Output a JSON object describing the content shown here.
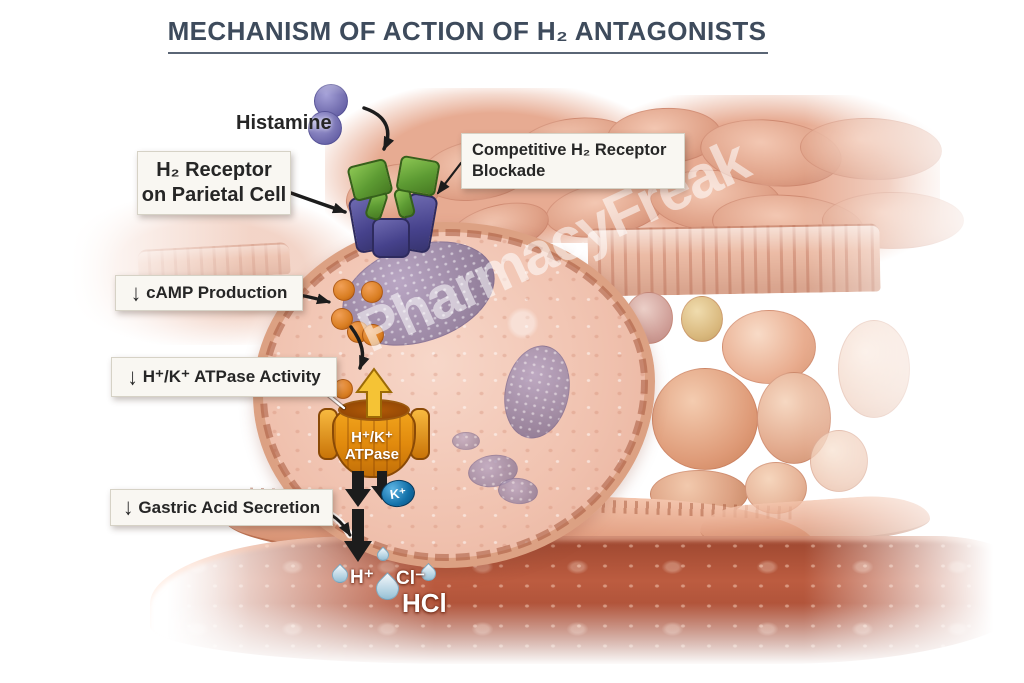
{
  "title": {
    "text": "MECHANISM OF ACTION OF H₂ ANTAGONISTS"
  },
  "watermark": "PharmacyFreak",
  "annotations": {
    "histamine": "Histamine",
    "h2_receptor_box": {
      "line1": "H₂ Receptor",
      "line2": "on Parietal Cell"
    },
    "competitive_box": {
      "line1": "Competitive H₂ Receptor",
      "line2": "Blockade"
    },
    "camp_box": {
      "arrow": "↓",
      "text": "cAMP Production"
    },
    "atpase_box": {
      "arrow": "↓",
      "text": "H⁺/K⁺ ATPase Activity"
    },
    "gastric_box": {
      "arrow": "↓",
      "text": "Gastric Acid Secretion"
    }
  },
  "pump": {
    "line1": "H⁺/K⁺",
    "line2": "ATPase"
  },
  "ions": {
    "k": "K⁺",
    "h": "H⁺",
    "cl": "Cl⁻",
    "hcl": "HCl"
  },
  "colors": {
    "title_text": "#3e4b5c",
    "label_text": "#262626",
    "label_box_bg": "#f9f7f2",
    "receptor_purple": "#46428c",
    "antagonist_green": "#5d9b33",
    "histamine_violet": "#716cae",
    "camp_orange": "#d97e22",
    "pump_orange": "#e18a0d",
    "pump_arrow_yellow": "#f5c335",
    "k_badge_blue": "#1270a8",
    "lumen_red": "#a84d35",
    "tissue_pink": "#e8b19c",
    "arrow_black": "#1c1c1c",
    "watermark_white": "rgba(255,255,255,0.55)"
  }
}
